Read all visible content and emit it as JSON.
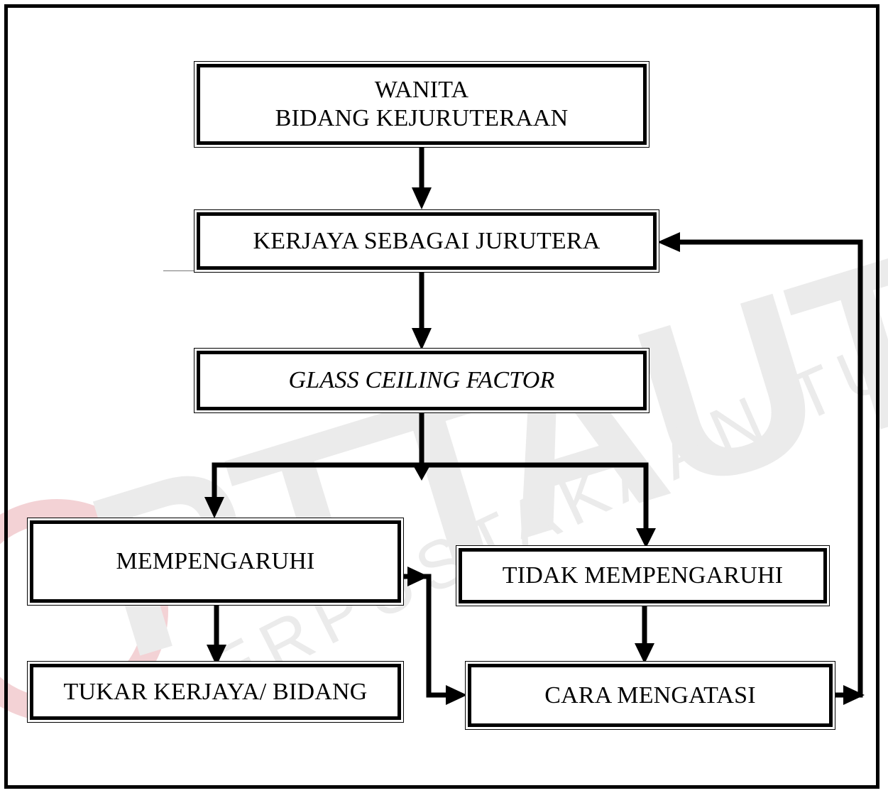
{
  "boxes": {
    "wanita": {
      "line1": "WANITA",
      "line2": "BIDANG KEJURUTERAAN"
    },
    "kerjaya": "KERJAYA SEBAGAI JURUTERA",
    "glass": "GLASS CEILING FACTOR",
    "mempengaruhi": "MEMPENGARUHI",
    "tidak": "TIDAK MEMPENGARUHI",
    "tukar": "TUKAR KERJAYA/ BIDANG",
    "cara": "CARA MENGATASI"
  },
  "watermark": {
    "big": "PTTAUTHM",
    "arc": "PERPUSTAKAAN TUNKU TUN AMINAH",
    "color": "#e8e8e8",
    "logo_color": "#f2c9cc"
  },
  "colors": {
    "line": "#000000",
    "background": "#ffffff"
  }
}
